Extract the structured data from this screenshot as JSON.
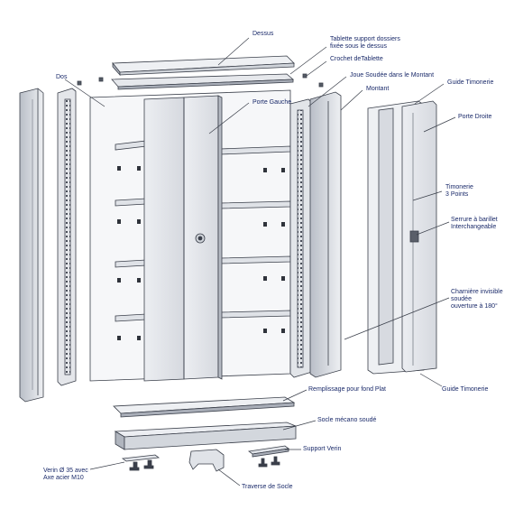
{
  "labels": {
    "dessus": "Dessus",
    "tablette_line1": "Tablette support dossiers",
    "tablette_line2": "fixée sous le dessus",
    "crochet": "Crochet deTablette",
    "joue": "Joue Soudée dans le Montant",
    "dos": "Dos",
    "montant": "Montant",
    "guide_top": "Guide Timonerie",
    "porte_gauche": "Porte Gauche",
    "porte_droite": "Porte Droite",
    "timonerie_line1": "Timonerie",
    "timonerie_line2": "3 Points",
    "serrure_line1": "Serrure à barillet",
    "serrure_line2": "Interchangeable",
    "charniere_line1": "Charnière invisible",
    "charniere_line2": "soudée",
    "charniere_line3": "ouverture à 180°",
    "guide_bottom": "Guide Timonerie",
    "remplissage": "Remplissage pour fond Plat",
    "socle": "Socle mécano soudé",
    "support_verin": "Support Verin",
    "verin_line1": "Verin Ø 35 avec",
    "verin_line2": "Axe acier M10",
    "traverse": "Traverse de Socle"
  },
  "colors": {
    "line": "#3a3f4a",
    "label": "#1a2a6a",
    "panel_light": "#f4f5f7",
    "panel_mid": "#dfe2e7",
    "panel_dark": "#a9aeb8"
  }
}
